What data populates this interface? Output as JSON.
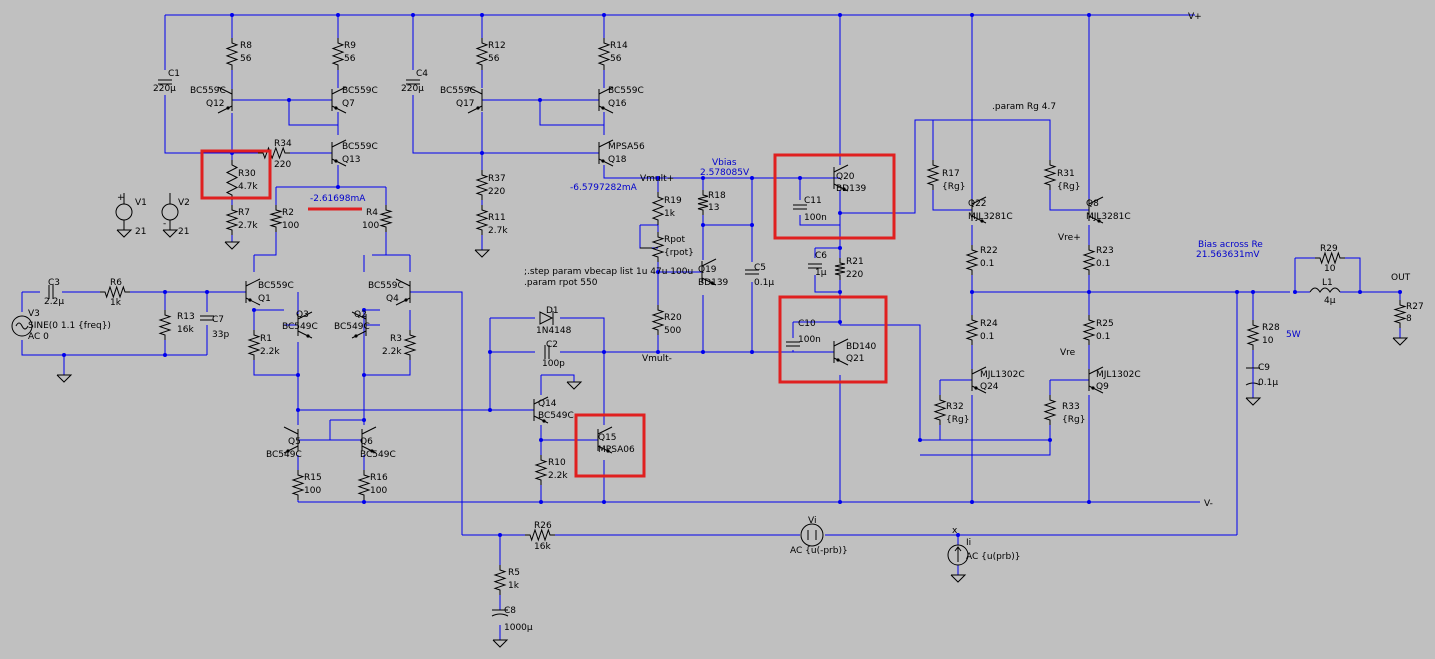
{
  "rails": {
    "pos": "V+",
    "neg": "V-",
    "out": "OUT"
  },
  "sources": {
    "v1": {
      "ref": "V1",
      "value": "21",
      "plus": "+",
      "minus": "-"
    },
    "v2": {
      "ref": "V2",
      "value": "21",
      "plus": "+",
      "minus": "-"
    },
    "v3": {
      "ref": "V3",
      "line1": "SINE(0 1.1 {freq})",
      "line2": "AC 0"
    },
    "vi": {
      "ref": "Vi",
      "value": "AC {u(-prb)}"
    },
    "ii": {
      "ref": "Ii",
      "value": "AC {u(prb)}",
      "mark": "x"
    }
  },
  "resistors": {
    "r1": {
      "ref": "R1",
      "value": "2.2k"
    },
    "r2": {
      "ref": "R2",
      "value": "100"
    },
    "r3": {
      "ref": "R3",
      "value": "2.2k"
    },
    "r4": {
      "ref": "R4",
      "value": "100"
    },
    "r5": {
      "ref": "R5",
      "value": "1k"
    },
    "r6": {
      "ref": "R6",
      "value": "1k"
    },
    "r7": {
      "ref": "R7",
      "value": "2.7k"
    },
    "r8": {
      "ref": "R8",
      "value": "56"
    },
    "r9": {
      "ref": "R9",
      "value": "56"
    },
    "r10": {
      "ref": "R10",
      "value": "2.2k"
    },
    "r11": {
      "ref": "R11",
      "value": "2.7k"
    },
    "r12": {
      "ref": "R12",
      "value": "56"
    },
    "r13": {
      "ref": "R13",
      "value": "16k"
    },
    "r14": {
      "ref": "R14",
      "value": "56"
    },
    "r15": {
      "ref": "R15",
      "value": "100"
    },
    "r16": {
      "ref": "R16",
      "value": "100"
    },
    "r17": {
      "ref": "R17",
      "value": "{Rg}"
    },
    "r18": {
      "ref": "R18",
      "value": "13"
    },
    "r19": {
      "ref": "R19",
      "value": "1k"
    },
    "r20": {
      "ref": "R20",
      "value": "500"
    },
    "r21": {
      "ref": "R21",
      "value": "220"
    },
    "r22": {
      "ref": "R22",
      "value": "0.1"
    },
    "r23": {
      "ref": "R23",
      "value": "0.1"
    },
    "r24": {
      "ref": "R24",
      "value": "0.1"
    },
    "r25": {
      "ref": "R25",
      "value": "0.1"
    },
    "r26": {
      "ref": "R26",
      "value": "16k"
    },
    "r27": {
      "ref": "R27",
      "value": "8"
    },
    "r28": {
      "ref": "R28",
      "value": "10"
    },
    "r29": {
      "ref": "R29",
      "value": "10"
    },
    "r30": {
      "ref": "R30",
      "value": "4.7k"
    },
    "r31": {
      "ref": "R31",
      "value": "{Rg}"
    },
    "r32": {
      "ref": "R32",
      "value": "{Rg}"
    },
    "r33": {
      "ref": "R33",
      "value": "{Rg}"
    },
    "r34": {
      "ref": "R34",
      "value": "220"
    },
    "r37": {
      "ref": "R37",
      "value": "220"
    },
    "rpot": {
      "ref": "Rpot",
      "value": "{rpot}"
    }
  },
  "capacitors": {
    "c1": {
      "ref": "C1",
      "value": "220µ"
    },
    "c2": {
      "ref": "C2",
      "value": "100p"
    },
    "c3": {
      "ref": "C3",
      "value": "2.2µ"
    },
    "c4": {
      "ref": "C4",
      "value": "220µ"
    },
    "c5": {
      "ref": "C5",
      "value": "0.1µ"
    },
    "c6": {
      "ref": "C6",
      "value": "1µ"
    },
    "c7": {
      "ref": "C7",
      "value": "33p"
    },
    "c8": {
      "ref": "C8",
      "value": "1000µ"
    },
    "c9": {
      "ref": "C9",
      "value": "0.1µ"
    },
    "c10": {
      "ref": "C10",
      "value": "100n"
    },
    "c11": {
      "ref": "C11",
      "value": "100n"
    }
  },
  "inductors": {
    "l1": {
      "ref": "L1",
      "value": "4µ"
    }
  },
  "diodes": {
    "d1": {
      "ref": "D1",
      "value": "1N4148"
    }
  },
  "transistors": {
    "q1": {
      "ref": "Q1",
      "model": "BC559C"
    },
    "q2": {
      "ref": "Q2",
      "model": "BC549C"
    },
    "q3": {
      "ref": "Q3",
      "model": "BC549C"
    },
    "q4": {
      "ref": "Q4",
      "model": "BC559C"
    },
    "q5": {
      "ref": "Q5",
      "model": "BC549C"
    },
    "q6": {
      "ref": "Q6",
      "model": "BC549C"
    },
    "q7": {
      "ref": "Q7",
      "model": "BC559C"
    },
    "q8": {
      "ref": "Q8",
      "model": "MJL3281C"
    },
    "q9": {
      "ref": "Q9",
      "model": "MJL1302C"
    },
    "q12": {
      "ref": "Q12",
      "model": "BC559C"
    },
    "q13": {
      "ref": "Q13",
      "model": "BC559C"
    },
    "q14": {
      "ref": "Q14",
      "model": "BC549C"
    },
    "q15": {
      "ref": "Q15",
      "model": "MPSA06"
    },
    "q16": {
      "ref": "Q16",
      "model": "BC559C"
    },
    "q17": {
      "ref": "Q17",
      "model": "BC559C"
    },
    "q18": {
      "ref": "Q18",
      "model": "MPSA56"
    },
    "q19": {
      "ref": "Q19",
      "model": "BD139"
    },
    "q20": {
      "ref": "Q20",
      "model": "BD139"
    },
    "q21": {
      "ref": "Q21",
      "model": "BD140"
    },
    "q22": {
      "ref": "Q22",
      "model": "MJL3281C"
    },
    "q24": {
      "ref": "Q24",
      "model": "MJL1302C"
    }
  },
  "nets": {
    "vmult_plus": "Vmult+",
    "vmult_minus": "Vmult-",
    "vre_plus": "Vre+",
    "vre": "Vre"
  },
  "directives": {
    "step": ";.step param vbecap list 1u 47u 100u",
    "rpot": ".param rpot 550",
    "rg": ".param Rg 4.7"
  },
  "annotations": {
    "i1": "-2.61698mA",
    "i2": "-6.5797282mA",
    "vbias_label": "Vbias",
    "vbias_value": "2.578085V",
    "bias_re_label": "Bias across Re",
    "bias_re_value": "21.563631mV",
    "power": "5W"
  }
}
